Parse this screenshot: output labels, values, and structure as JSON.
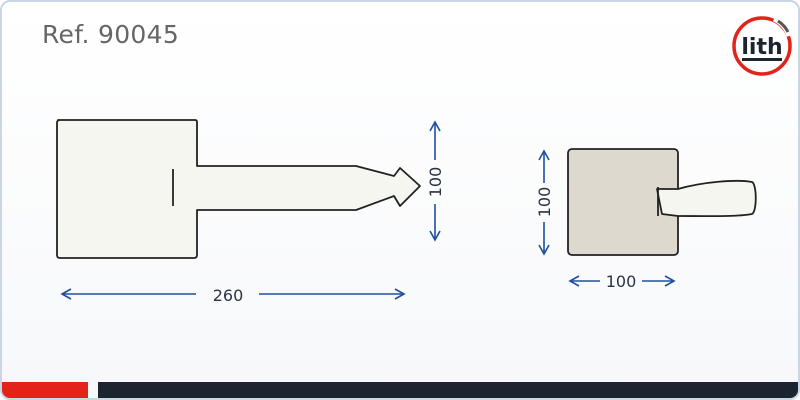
{
  "header": {
    "ref_label": "Ref. 90045"
  },
  "logo": {
    "text": "lith",
    "ring_color": "#e32219"
  },
  "dimensions": {
    "front_width": "260",
    "front_height": "100",
    "side_height": "100",
    "side_width": "100"
  },
  "colors": {
    "dimension_line": "#1f4f9c",
    "tag_fill_front": "#f6f6f1",
    "tag_fill_side": "#ddd9cf",
    "outline": "#222222",
    "footer_red": "#e32219",
    "footer_dark": "#1c2430"
  }
}
